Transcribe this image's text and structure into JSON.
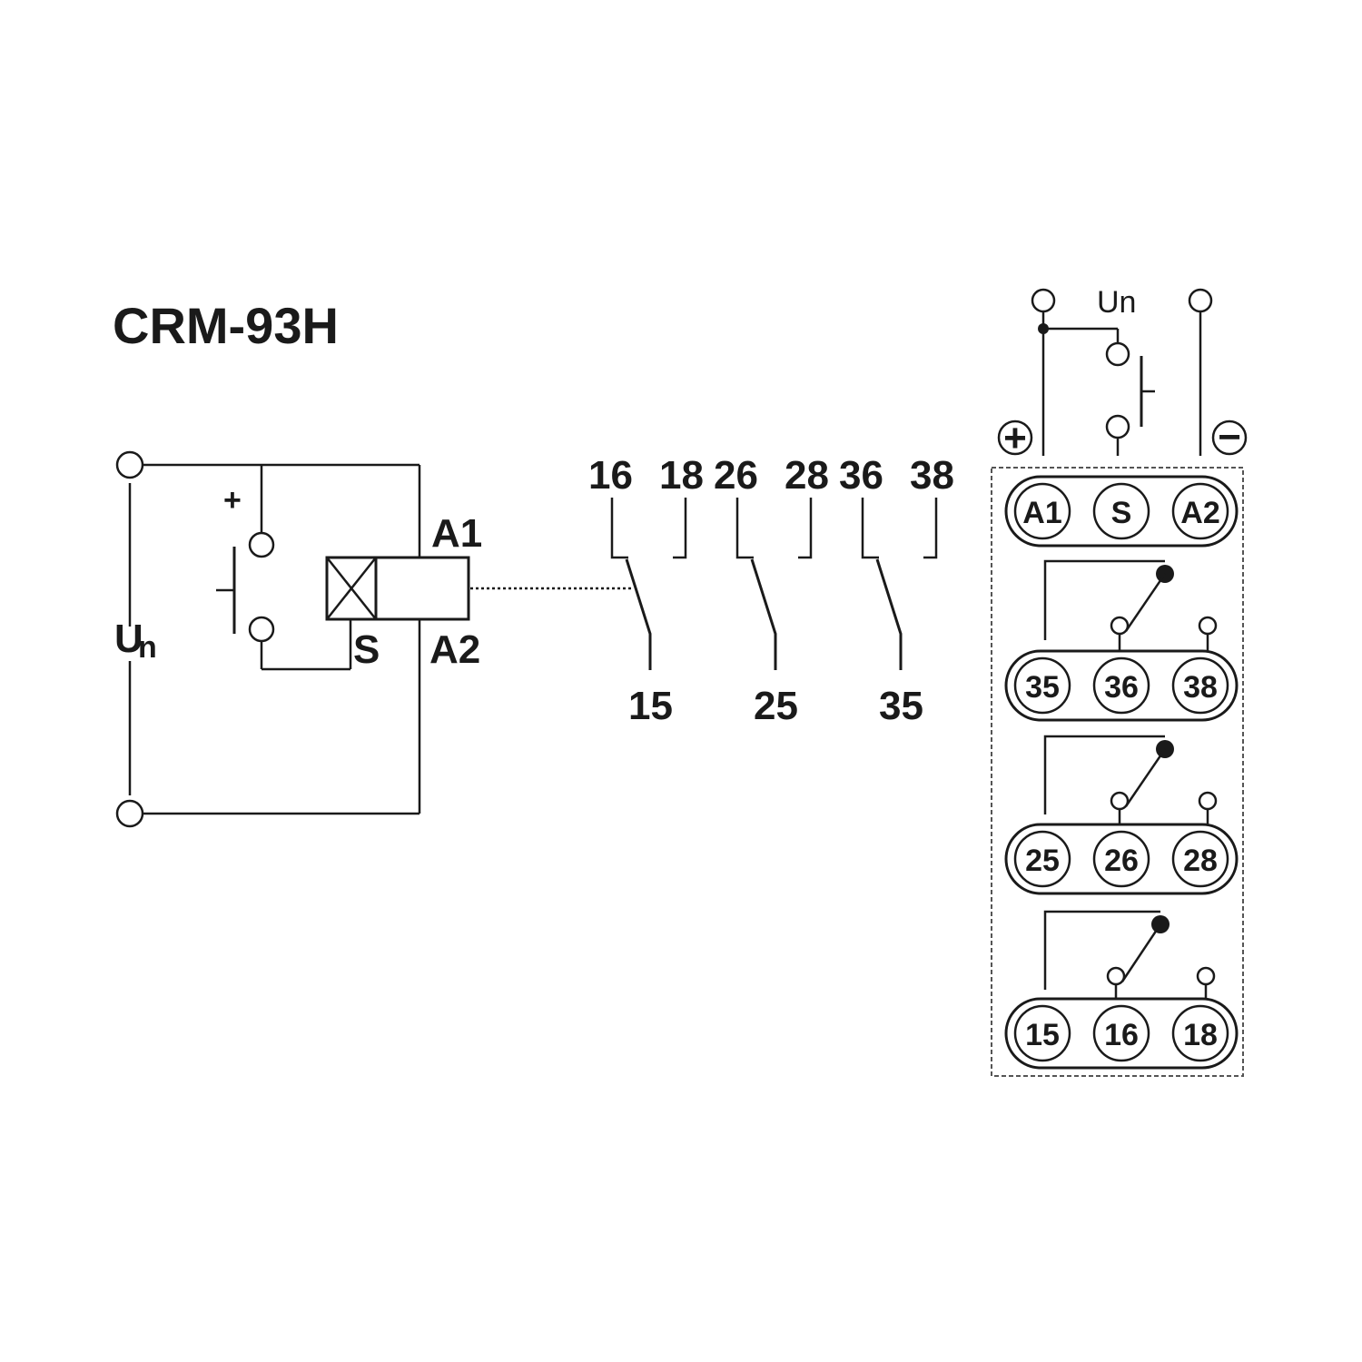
{
  "title": "CRM-93H",
  "left_schematic": {
    "supply_label": "U",
    "supply_sub": "n",
    "plus_label": "+",
    "a1_label": "A1",
    "a2_label": "A2",
    "s_label": "S"
  },
  "contacts": {
    "top_labels": [
      "16",
      "18",
      "26",
      "28",
      "36",
      "38"
    ],
    "bottom_labels": [
      "15",
      "25",
      "35"
    ]
  },
  "terminal_view": {
    "un_label": "Un",
    "plus_sign": "+",
    "minus_sign": "−",
    "rows": [
      [
        "A1",
        "S",
        "A2"
      ],
      [
        "35",
        "36",
        "38"
      ],
      [
        "25",
        "26",
        "28"
      ],
      [
        "15",
        "16",
        "18"
      ]
    ]
  }
}
